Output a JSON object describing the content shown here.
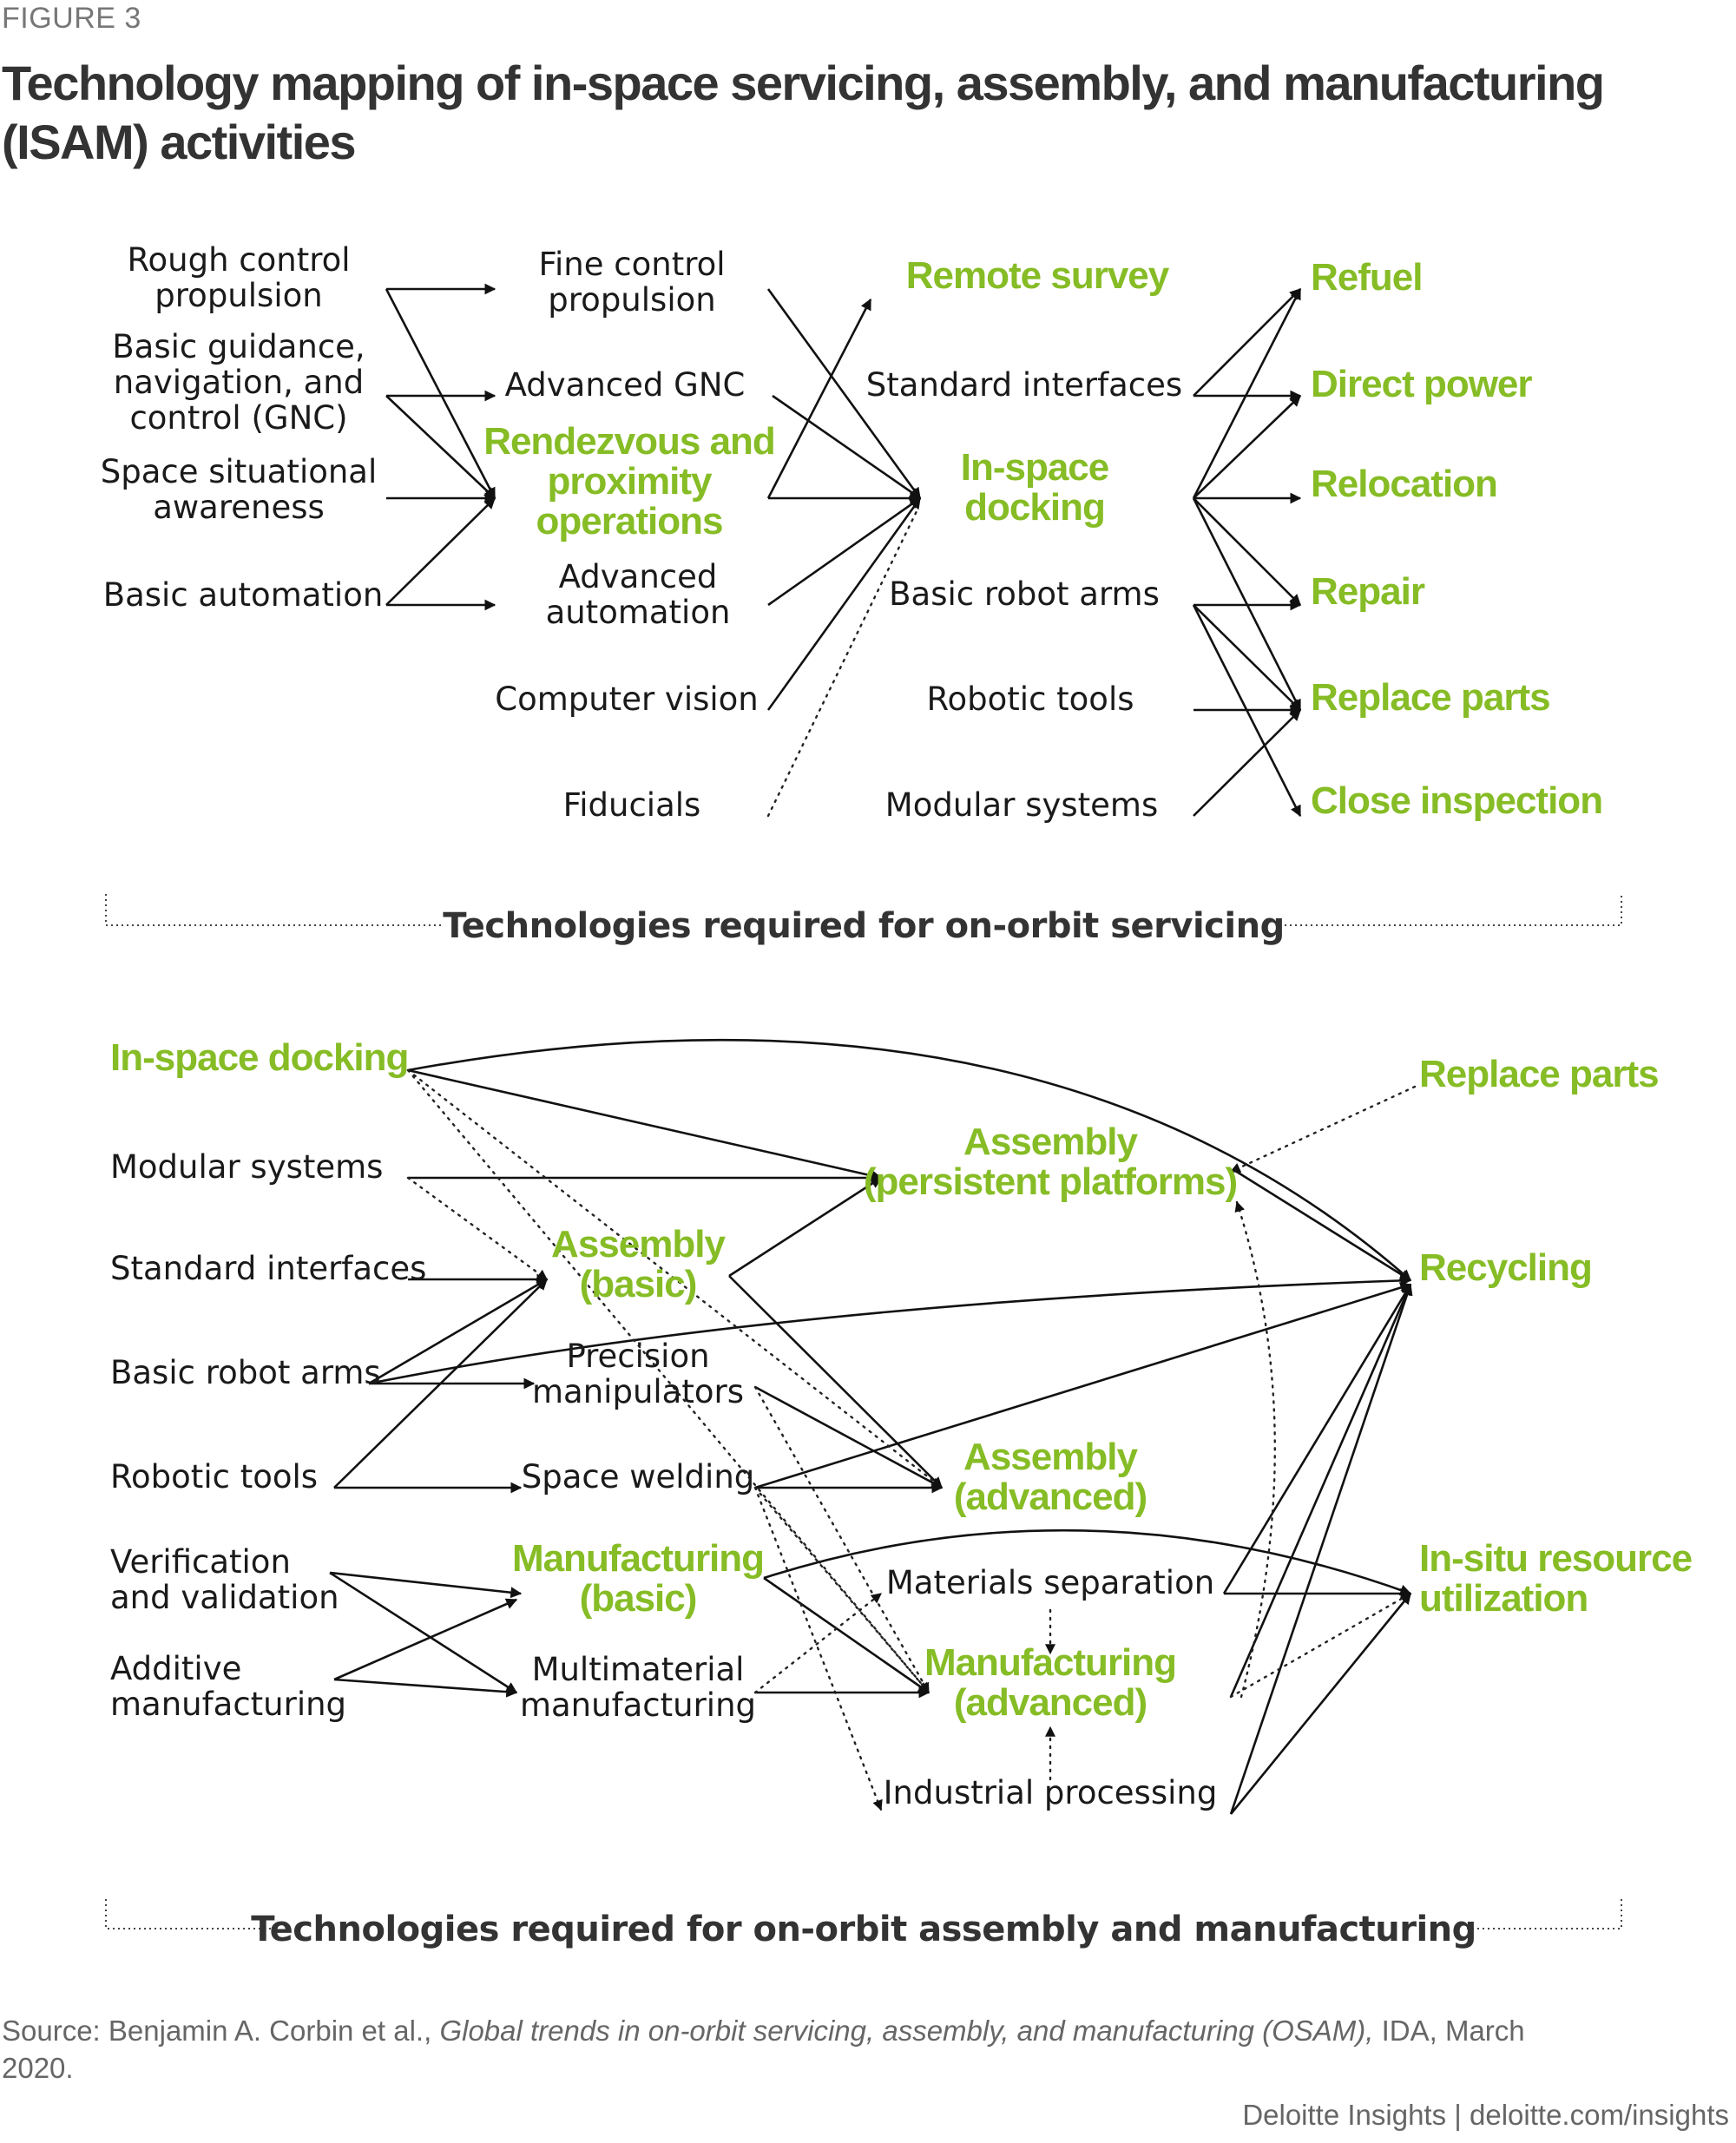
{
  "figure_label": "FIGURE 3",
  "title": "Technology mapping of in-space servicing, assembly, and manufacturing (ISAM) activities",
  "colors": {
    "accent_green": "#86bc25",
    "text": "#1a1a1a",
    "muted": "#666666"
  },
  "servicing": {
    "section_label": "Technologies required for on-orbit servicing",
    "col1": [
      {
        "id": "rough_prop",
        "lines": [
          "Rough control",
          "propulsion"
        ]
      },
      {
        "id": "basic_gnc",
        "lines": [
          "Basic guidance,",
          "navigation, and",
          "control (GNC)"
        ]
      },
      {
        "id": "ssa",
        "lines": [
          "Space situational",
          "awareness"
        ]
      },
      {
        "id": "basic_auto",
        "lines": [
          "Basic automation"
        ]
      }
    ],
    "col2": [
      {
        "id": "fine_prop",
        "lines": [
          "Fine control",
          "propulsion"
        ]
      },
      {
        "id": "adv_gnc",
        "lines": [
          "Advanced GNC"
        ]
      },
      {
        "id": "rpo",
        "lines": [
          "Rendezvous and",
          "proximity",
          "operations"
        ],
        "highlight": true
      },
      {
        "id": "adv_auto",
        "lines": [
          "Advanced",
          "automation"
        ]
      },
      {
        "id": "comp_vision",
        "lines": [
          "Computer vision"
        ]
      },
      {
        "id": "fiducials",
        "lines": [
          "Fiducials"
        ]
      }
    ],
    "col3": [
      {
        "id": "remote_survey",
        "lines": [
          "Remote survey"
        ],
        "highlight": true
      },
      {
        "id": "std_if",
        "lines": [
          "Standard interfaces"
        ]
      },
      {
        "id": "docking",
        "lines": [
          "In-space",
          "docking"
        ],
        "highlight": true
      },
      {
        "id": "robot_arms",
        "lines": [
          "Basic robot arms"
        ]
      },
      {
        "id": "robotic_tools",
        "lines": [
          "Robotic tools"
        ]
      },
      {
        "id": "modular",
        "lines": [
          "Modular systems"
        ]
      }
    ],
    "col4": [
      {
        "id": "refuel",
        "lines": [
          "Refuel"
        ],
        "highlight": true
      },
      {
        "id": "direct_power",
        "lines": [
          "Direct power"
        ],
        "highlight": true
      },
      {
        "id": "relocation",
        "lines": [
          "Relocation"
        ],
        "highlight": true
      },
      {
        "id": "repair",
        "lines": [
          "Repair"
        ],
        "highlight": true
      },
      {
        "id": "replace_parts",
        "lines": [
          "Replace parts"
        ],
        "highlight": true
      },
      {
        "id": "close_inspection",
        "lines": [
          "Close inspection"
        ],
        "highlight": true
      }
    ]
  },
  "assembly": {
    "section_label": "Technologies required for on-orbit assembly and manufacturing",
    "left": [
      {
        "id": "a_docking",
        "lines": [
          "In-space docking"
        ],
        "highlight": true
      },
      {
        "id": "a_modular",
        "lines": [
          "Modular systems"
        ]
      },
      {
        "id": "a_std_if",
        "lines": [
          "Standard interfaces"
        ]
      },
      {
        "id": "a_arms",
        "lines": [
          "Basic robot arms"
        ]
      },
      {
        "id": "a_tools",
        "lines": [
          "Robotic tools"
        ]
      },
      {
        "id": "a_vv",
        "lines": [
          "Verification",
          "and validation"
        ]
      },
      {
        "id": "a_additive",
        "lines": [
          "Additive",
          "manufacturing"
        ]
      }
    ],
    "middle": [
      {
        "id": "asm_basic",
        "lines": [
          "Assembly",
          "(basic)"
        ],
        "highlight": true
      },
      {
        "id": "precision",
        "lines": [
          "Precision",
          "manipulators"
        ]
      },
      {
        "id": "welding",
        "lines": [
          "Space welding"
        ]
      },
      {
        "id": "mfg_basic",
        "lines": [
          "Manufacturing",
          "(basic)"
        ],
        "highlight": true
      },
      {
        "id": "multimat",
        "lines": [
          "Multimaterial",
          "manufacturing"
        ]
      }
    ],
    "center": [
      {
        "id": "asm_persist",
        "lines": [
          "Assembly",
          "(persistent platforms)"
        ],
        "highlight": true
      },
      {
        "id": "asm_adv",
        "lines": [
          "Assembly",
          "(advanced)"
        ],
        "highlight": true
      },
      {
        "id": "mat_sep",
        "lines": [
          "Materials separation"
        ]
      },
      {
        "id": "mfg_adv",
        "lines": [
          "Manufacturing",
          "(advanced)"
        ],
        "highlight": true
      },
      {
        "id": "ind_proc",
        "lines": [
          "Industrial processing"
        ]
      }
    ],
    "right": [
      {
        "id": "a_replace",
        "lines": [
          "Replace parts"
        ],
        "highlight": true
      },
      {
        "id": "recycling",
        "lines": [
          "Recycling"
        ],
        "highlight": true
      },
      {
        "id": "isru",
        "lines": [
          "In-situ resource",
          "utilization"
        ],
        "highlight": true
      }
    ]
  },
  "source": {
    "prefix": "Source: Benjamin A. Corbin et al., ",
    "italic": "Global trends in on-orbit servicing, assembly, and manufacturing (OSAM),",
    "suffix": " IDA, March 2020."
  },
  "credit": "Deloitte Insights | deloitte.com/insights"
}
